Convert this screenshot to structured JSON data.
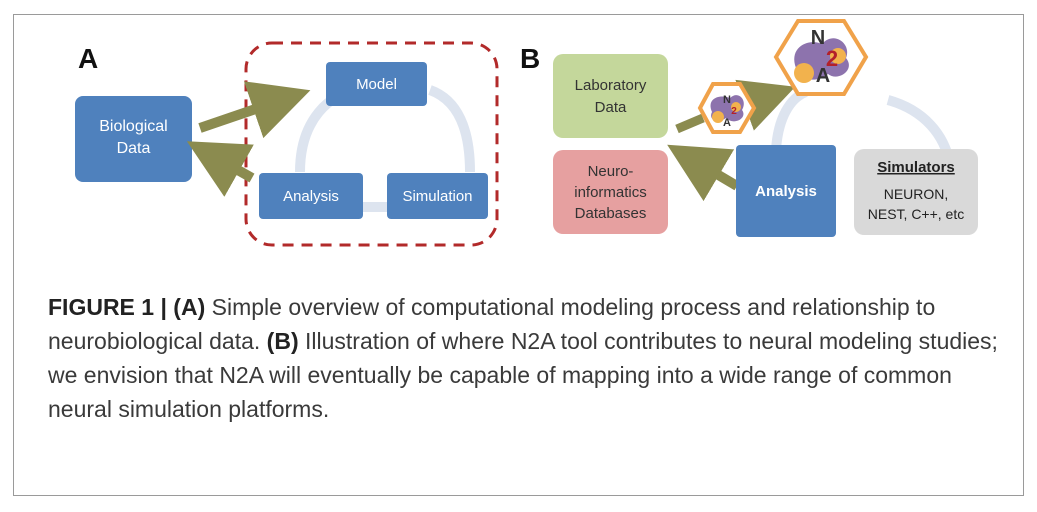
{
  "panel_a": {
    "letter": "A",
    "biological_data": "Biological\nData",
    "model": "Model",
    "analysis": "Analysis",
    "simulation": "Simulation"
  },
  "panel_b": {
    "letter": "B",
    "laboratory_data": "Laboratory\nData",
    "neuroinformatics": "Neuro-\ninformatics\nDatabases",
    "analysis": "Analysis",
    "simulators_title": "Simulators",
    "simulators_list": "NEURON,\nNEST, C++, etc",
    "n2a_logo_text": "N2A"
  },
  "caption": {
    "figure_label": "FIGURE 1 | ",
    "a_label": "(A)",
    "a_text": " Simple overview of computational modeling process and relationship to neurobiological data. ",
    "b_label": "(B)",
    "b_text": " Illustration of where N2A tool contributes to neural modeling studies; we envision that N2A will eventually be capable of mapping into a wide range of common neural simulation platforms."
  },
  "colors": {
    "blue_box": "#4f81bd",
    "green_box": "#c4d79b",
    "red_box": "#e6a0a0",
    "gray_box": "#d9d9d9",
    "arrow_olive": "#8b8b4f",
    "cycle_arrow": "#dde4ef",
    "dashed_border": "#b22a2a",
    "hexagon_border": "#f0a24a"
  }
}
